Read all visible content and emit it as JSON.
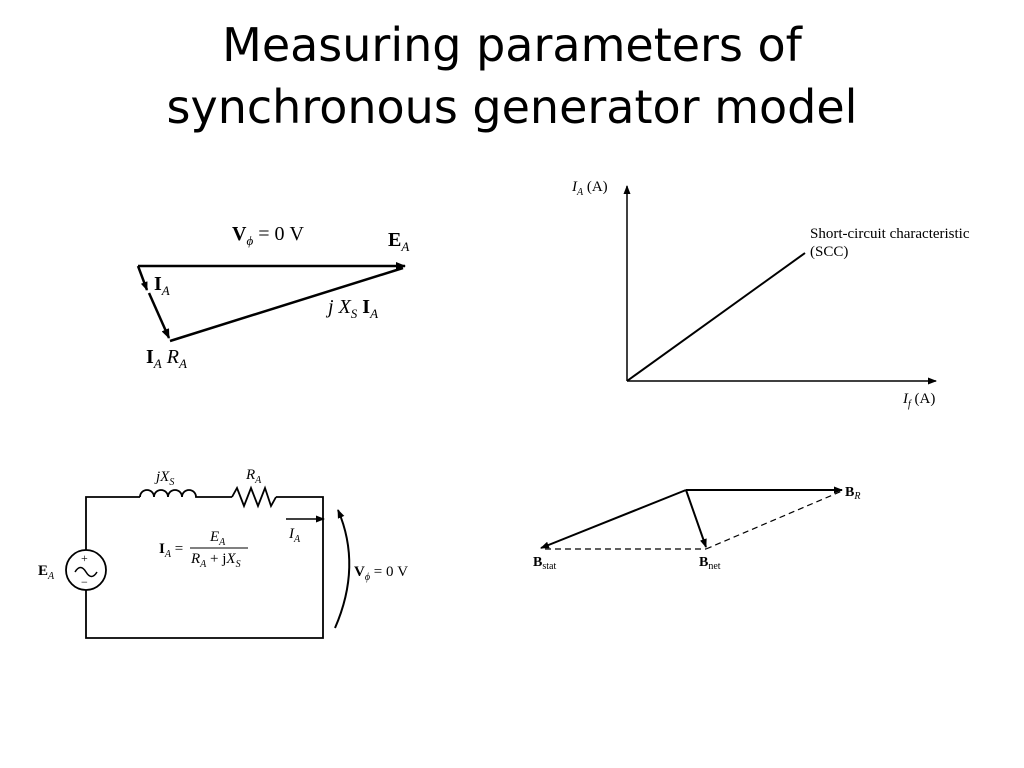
{
  "slide": {
    "title_line1": "Measuring parameters of",
    "title_line2": "synchronous generator model"
  },
  "phasor_diagram": {
    "v_label": "V",
    "v_sub": "ϕ",
    "v_value": " = 0 V",
    "ea_label": "E",
    "ea_sub": "A",
    "ia_label": "I",
    "ia_sub": "A",
    "jxs_j": "j",
    "jxs_x": "X",
    "jxs_sub": "S",
    "jxs_i": "I",
    "jxs_isub": "A",
    "iara_i": "I",
    "iara_isub": "A",
    "iara_r": "R",
    "iara_rsub": "A"
  },
  "scc_plot": {
    "ylabel_var": "I",
    "ylabel_sub": "A",
    "ylabel_unit": " (A)",
    "xlabel_var": "I",
    "xlabel_sub": "f",
    "xlabel_unit": " (A)",
    "curve_label_line1": "Short-circuit characteristic",
    "curve_label_line2": "(SCC)"
  },
  "circuit": {
    "jxs_j": "j",
    "jxs_x": "X",
    "jxs_sub": "S",
    "ra_r": "R",
    "ra_sub": "A",
    "ia_arrow_var": "I",
    "ia_arrow_sub": "A",
    "eq_lhs": "I",
    "eq_lhs_sub": "A",
    "eq_equals": " =",
    "eq_num": "E",
    "eq_num_sub": "A",
    "eq_den_r": "R",
    "eq_den_rsub": "A",
    "eq_den_plus": " + j",
    "eq_den_x": "X",
    "eq_den_xsub": "S",
    "source_label": "E",
    "source_sub": "A",
    "source_plus": "+",
    "source_minus": "−",
    "vphi_label": "V",
    "vphi_sub": "ϕ",
    "vphi_value": " = 0 V"
  },
  "field_diagram": {
    "br_label": "B",
    "br_sub": "R",
    "bstat_label": "B",
    "bstat_sub": "stat",
    "bnet_label": "B",
    "bnet_sub": "net"
  }
}
